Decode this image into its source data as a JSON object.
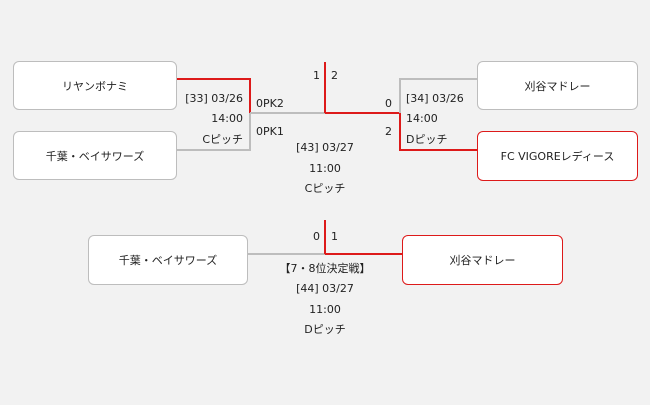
{
  "colors": {
    "win": "#dd1a1a",
    "lose": "#bdbdbd",
    "background": "#f2f2f2"
  },
  "semifinal_left": {
    "team_top": "リヤンボナミ",
    "team_bottom": "千葉・ベイサワーズ",
    "match_no": "[33] 03/26",
    "time": "14:00",
    "pitch": "Cピッチ",
    "pk_top": "0PK2",
    "pk_bottom": "0PK1"
  },
  "semifinal_right": {
    "team_top": "刈谷マドレー",
    "team_bottom": "FC VIGOREレディース",
    "match_no": "[34] 03/26",
    "time": "14:00",
    "pitch": "Dピッチ",
    "score_top": "0",
    "score_bottom": "2"
  },
  "final": {
    "score_left": "1",
    "score_right": "2",
    "match_no": "[43] 03/27",
    "time": "11:00",
    "pitch": "Cピッチ"
  },
  "placement": {
    "team_left": "千葉・ベイサワーズ",
    "team_right": "刈谷マドレー",
    "score_left": "0",
    "score_right": "1",
    "title": "【7・8位決定戦】",
    "match_no": "[44] 03/27",
    "time": "11:00",
    "pitch": "Dピッチ"
  }
}
